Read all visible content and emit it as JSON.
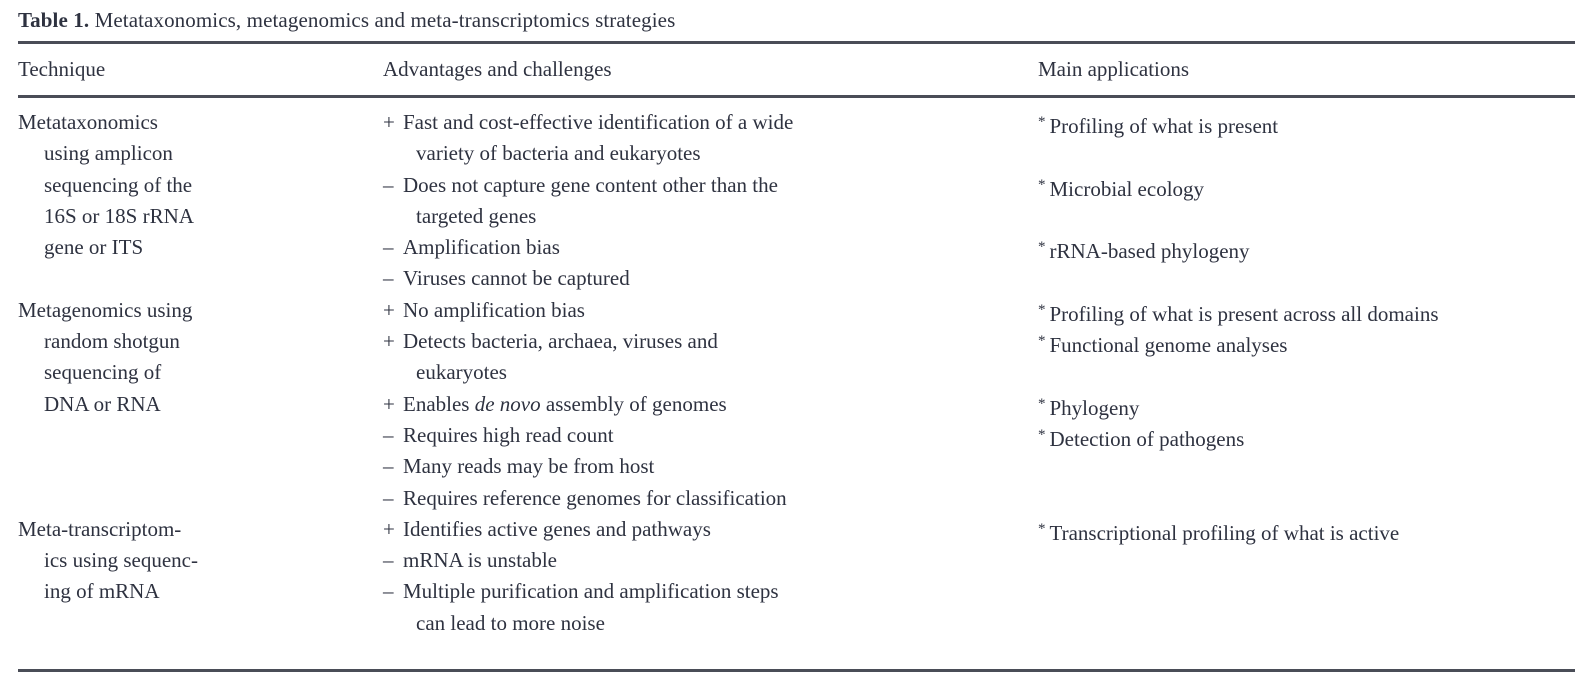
{
  "caption": {
    "label": "Table 1.",
    "text": " Metataxonomics, metagenomics and meta-transcriptomics strategies"
  },
  "colors": {
    "rule": "#4a4d57",
    "text": "#2e3240",
    "background": "#ffffff"
  },
  "headers": {
    "technique": "Technique",
    "advantages": "Advantages and challenges",
    "applications": "Main applications"
  },
  "signs": {
    "plus": "+",
    "minus": "–",
    "star": "*"
  },
  "rows": [
    {
      "technique_lines": [
        "Metataxonomics",
        "using amplicon",
        "sequencing of the",
        "16S or 18S rRNA",
        "gene or ITS"
      ],
      "advantages": [
        {
          "sign": "+",
          "text": "Fast and cost-effective identification of a wide",
          "cont": "variety of bacteria and eukaryotes"
        },
        {
          "sign": "–",
          "text": "Does not capture gene content other than the",
          "cont": "targeted genes"
        },
        {
          "sign": "–",
          "text": "Amplification bias",
          "cont": ""
        },
        {
          "sign": "–",
          "text": "Viruses cannot be captured",
          "cont": ""
        }
      ],
      "applications": [
        "Profiling of what is present",
        "Microbial ecology",
        "rRNA-based phylogeny"
      ]
    },
    {
      "technique_lines": [
        "Metagenomics using",
        "random shotgun",
        "sequencing of",
        "DNA or RNA"
      ],
      "advantages": [
        {
          "sign": "+",
          "text": "No amplification bias",
          "cont": ""
        },
        {
          "sign": "+",
          "text": "Detects bacteria, archaea, viruses and",
          "cont": "eukaryotes"
        },
        {
          "sign": "+",
          "text_pre": "Enables ",
          "italic": "de novo",
          "text_post": " assembly of genomes",
          "cont": ""
        },
        {
          "sign": "–",
          "text": "Requires high read count",
          "cont": ""
        },
        {
          "sign": "–",
          "text": "Many reads may be from host",
          "cont": ""
        },
        {
          "sign": "–",
          "text": "Requires reference genomes for classification",
          "cont": ""
        }
      ],
      "applications": [
        "Profiling of what is present across all domains",
        "Functional genome analyses",
        "Phylogeny",
        "Detection of pathogens"
      ]
    },
    {
      "technique_lines": [
        "Meta-transcriptom-",
        "ics using sequenc-",
        "ing of mRNA"
      ],
      "advantages": [
        {
          "sign": "+",
          "text": "Identifies active genes and pathways",
          "cont": ""
        },
        {
          "sign": "–",
          "text": "mRNA is unstable",
          "cont": ""
        },
        {
          "sign": "–",
          "text": "Multiple purification and amplification steps",
          "cont": "can lead to more noise"
        }
      ],
      "applications": [
        "Transcriptional profiling of what is active"
      ]
    }
  ]
}
